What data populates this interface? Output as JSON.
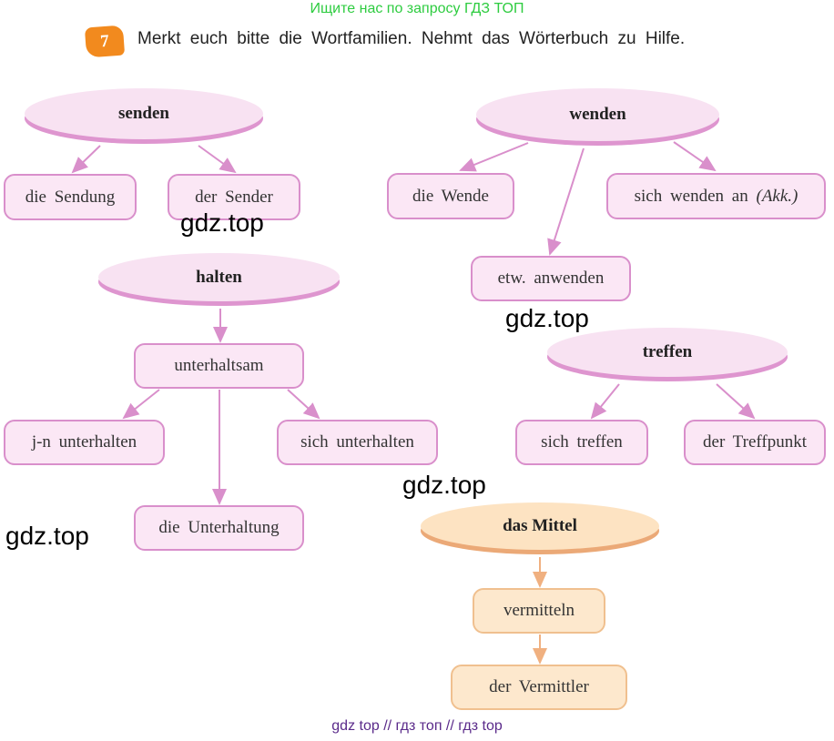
{
  "header": {
    "banner": "Ищите нас по запросу ГДЗ ТОП",
    "task_number": "7",
    "instruction": "Merkt euch bitte die Wortfamilien. Nehmt das Wörterbuch zu Hilfe."
  },
  "families": {
    "senden": {
      "root": "senden",
      "words": [
        "die Sendung",
        "der Sender"
      ]
    },
    "wenden": {
      "root": "wenden",
      "words": [
        "die Wende",
        "sich wenden an",
        "(Akk.)",
        "etw. anwenden"
      ]
    },
    "halten": {
      "root": "halten",
      "words": [
        "unterhaltsam",
        "j-n unterhalten",
        "sich unterhalten",
        "die Unterhaltung"
      ]
    },
    "treffen": {
      "root": "treffen",
      "words": [
        "sich treffen",
        "der Treffpunkt"
      ]
    },
    "mittel": {
      "root": "das Mittel",
      "words": [
        "vermitteln",
        "der Vermittler"
      ]
    }
  },
  "watermarks": [
    "gdz.top",
    "gdz.top",
    "gdz.top",
    "gdz.top"
  ],
  "footer": "gdz top  //  гдз топ  //  гдз top",
  "colors": {
    "pink_border": "#d98fcb",
    "orange_border": "#f0c08f",
    "badge": "#f28a1e",
    "banner": "#2ecc40",
    "footer": "#5a2a8a"
  }
}
